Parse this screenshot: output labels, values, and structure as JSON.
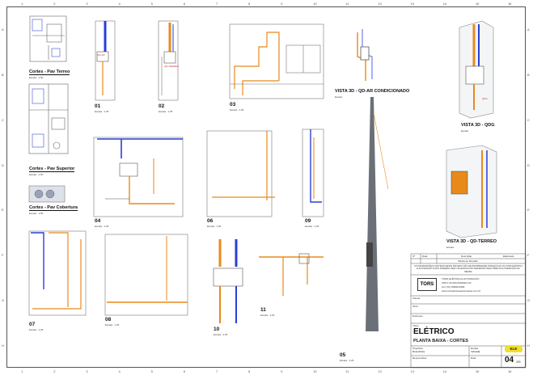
{
  "grid": {
    "cols": [
      "1",
      "2",
      "3",
      "4",
      "5",
      "6",
      "7",
      "8",
      "9",
      "10",
      "11",
      "12",
      "13",
      "14",
      "15",
      "16"
    ],
    "rows": [
      "A",
      "B",
      "C",
      "D",
      "E",
      "F",
      "G",
      "H"
    ]
  },
  "views": {
    "cortes_terreo": {
      "title": "Cortes - Pav Terreo",
      "scale": "Escala : 1:50"
    },
    "cortes_superior": {
      "title": "Cortes - Pav Superior",
      "scale": "Escala : 1:50"
    },
    "cortes_cobertura": {
      "title": "Cortes - Pav Cobertura",
      "scale": "Escala : 1:50"
    },
    "v01": {
      "num": "01",
      "scale": "Escala : 1:25"
    },
    "v02": {
      "num": "02",
      "scale": "Escala : 1:25"
    },
    "v03": {
      "num": "03",
      "scale": "Escala : 1:25"
    },
    "v04": {
      "num": "04",
      "scale": "Escala : 1:25"
    },
    "v05": {
      "num": "05",
      "scale": "Escala : 1:25"
    },
    "v06": {
      "num": "06",
      "scale": "Escala : 1:25"
    },
    "v07": {
      "num": "07",
      "scale": "Escala : 1:25"
    },
    "v08": {
      "num": "08",
      "scale": "Escala : 1:25"
    },
    "v09": {
      "num": "09",
      "scale": "Escala : 1:25"
    },
    "v10": {
      "num": "10",
      "scale": "Escala : 1:25"
    },
    "v11": {
      "num": "11",
      "scale": "Escala : 1:25"
    },
    "vista_ar": {
      "title": "VISTA 3D - QD-AR CONDICIONADO",
      "scale": "Escala"
    },
    "vista_qdg": {
      "title": "VISTA 3D - QDG",
      "scale": "Escala"
    },
    "vista_terreo": {
      "title": "VISTA 3D - QD-TERREO",
      "scale": "Escala"
    },
    "tag_qd_ar": "QD-AR",
    "tag_qd_terreo": "QD-TERREO",
    "tag_qdg": "QDG"
  },
  "title_block": {
    "rev_label": "Nº",
    "date_label": "Data",
    "desc_label": "Descrição",
    "resp_label": "Elaborado",
    "table_label": "Tabela de Revisão",
    "notes": "AS INFORMAÇÕES CONTIDAS NESTE PROJETO SÃO DE PROPRIEDADE INTELECTUAL DA TORS ELÉTRICA E AUTOMAÇÃO E NÃO PODERÃO SER UTILIZADAS POR TERCEIROS SEM A PRÉVIA AUTORIZAÇÃO DA MESMA",
    "company_logo": "TORS",
    "company_line1": "TORS ELÉTRICA E AUTOMAÇÃO",
    "company_line2": "CNPJ: 00.000.000/0001-00",
    "company_line3": "Cel: (51) 99999-9999",
    "company_line4": "www.torseletricaeautomacao.com.br",
    "f_cliente": "Cliente",
    "f_obra": "Obra",
    "f_endereco": "Endereço",
    "f_titulo": "Título",
    "discipline": "ELÉTRICO",
    "subtitle": "PLANTA BAIXA - CORTES",
    "f_responsavel": "Responsável",
    "f_data": "Data",
    "badge": "ELE",
    "sheet_number": "04",
    "sheet_total": "/05",
    "f_projetista": "Projetista",
    "projetista_val": "Desenhista",
    "f_escala": "Escala",
    "escala_val": "Indicada"
  },
  "colors": {
    "conduit": "#e88a1a",
    "cable_blue": "#2a3fd6",
    "line": "#555555",
    "badge": "#f2df2c"
  }
}
